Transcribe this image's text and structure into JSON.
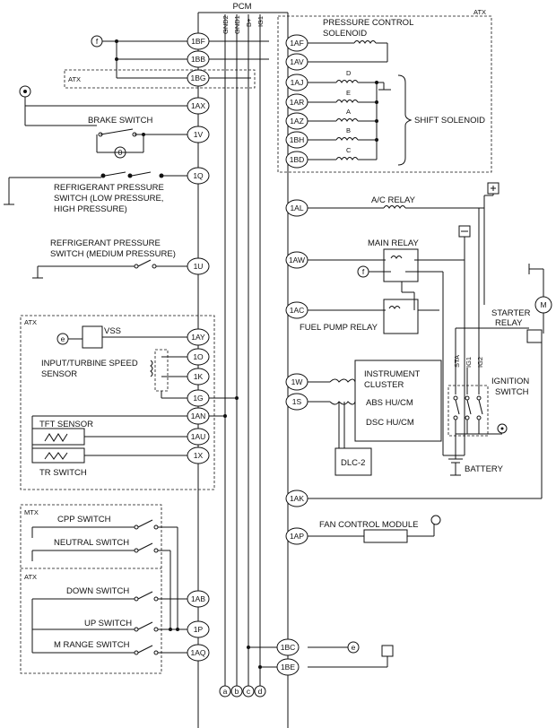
{
  "pcm": {
    "title": "PCM",
    "top_labels": [
      "GND2",
      "GND1",
      "B+",
      "IG1"
    ],
    "bus_letters": [
      "a",
      "b",
      "c",
      "d"
    ]
  },
  "pins_left": [
    "1BF",
    "1BB",
    "1BG",
    "1AX",
    "1V",
    "1Q",
    "1U",
    "1AY",
    "1O",
    "1K",
    "1G",
    "1AN",
    "1AU",
    "1X",
    "1AB",
    "1P",
    "1AQ"
  ],
  "pins_right": [
    "1AF",
    "1AV",
    "1AJ",
    "1AR",
    "1AZ",
    "1BH",
    "1BD",
    "1AL",
    "1AW",
    "1AC",
    "1W",
    "1S",
    "1AK",
    "1AP",
    "1BC",
    "1BE"
  ],
  "labels": {
    "atx": "ATX",
    "mtx": "MTX",
    "brake_switch": "BRAKE SWITCH",
    "refrigerant_1": "REFRIGERANT PRESSURE",
    "refrigerant_2": "SWITCH (LOW PRESSURE,",
    "refrigerant_3": "HIGH PRESSURE)",
    "refrig_med_1": "REFRIGERANT PRESSURE",
    "refrig_med_2": "SWITCH (MEDIUM PRESSURE)",
    "vss": "VSS",
    "input_turbine_1": "INPUT/TURBINE SPEED",
    "input_turbine_2": "SENSOR",
    "tft_sensor": "TFT SENSOR",
    "tr_switch": "TR SWITCH",
    "cpp_switch": "CPP SWITCH",
    "neutral_switch": "NEUTRAL SWITCH",
    "down_switch": "DOWN SWITCH",
    "up_switch": "UP SWITCH",
    "m_range_switch": "M RANGE SWITCH",
    "pcs_1": "PRESSURE CONTROL",
    "pcs_2": "SOLENOID",
    "shift_solenoid": "SHIFT SOLENOID",
    "sol_letters": [
      "D",
      "E",
      "A",
      "B",
      "C"
    ],
    "ac_relay": "A/C RELAY",
    "main_relay": "MAIN RELAY",
    "fuel_pump_relay": "FUEL PUMP RELAY",
    "starter_relay_1": "STARTER",
    "starter_relay_2": "RELAY",
    "motor": "M",
    "sta": "STA",
    "ig1": "IG1",
    "ig2": "IG2",
    "ignition_1": "IGNITION",
    "ignition_2": "SWITCH",
    "instrument_1": "INSTRUMENT",
    "instrument_2": "CLUSTER",
    "abs": "ABS HU/CM",
    "dsc": "DSC HU/CM",
    "dlc": "DLC-2",
    "battery": "BATTERY",
    "fan_control": "FAN CONTROL MODULE",
    "conn_f": "f",
    "conn_e": "e"
  }
}
